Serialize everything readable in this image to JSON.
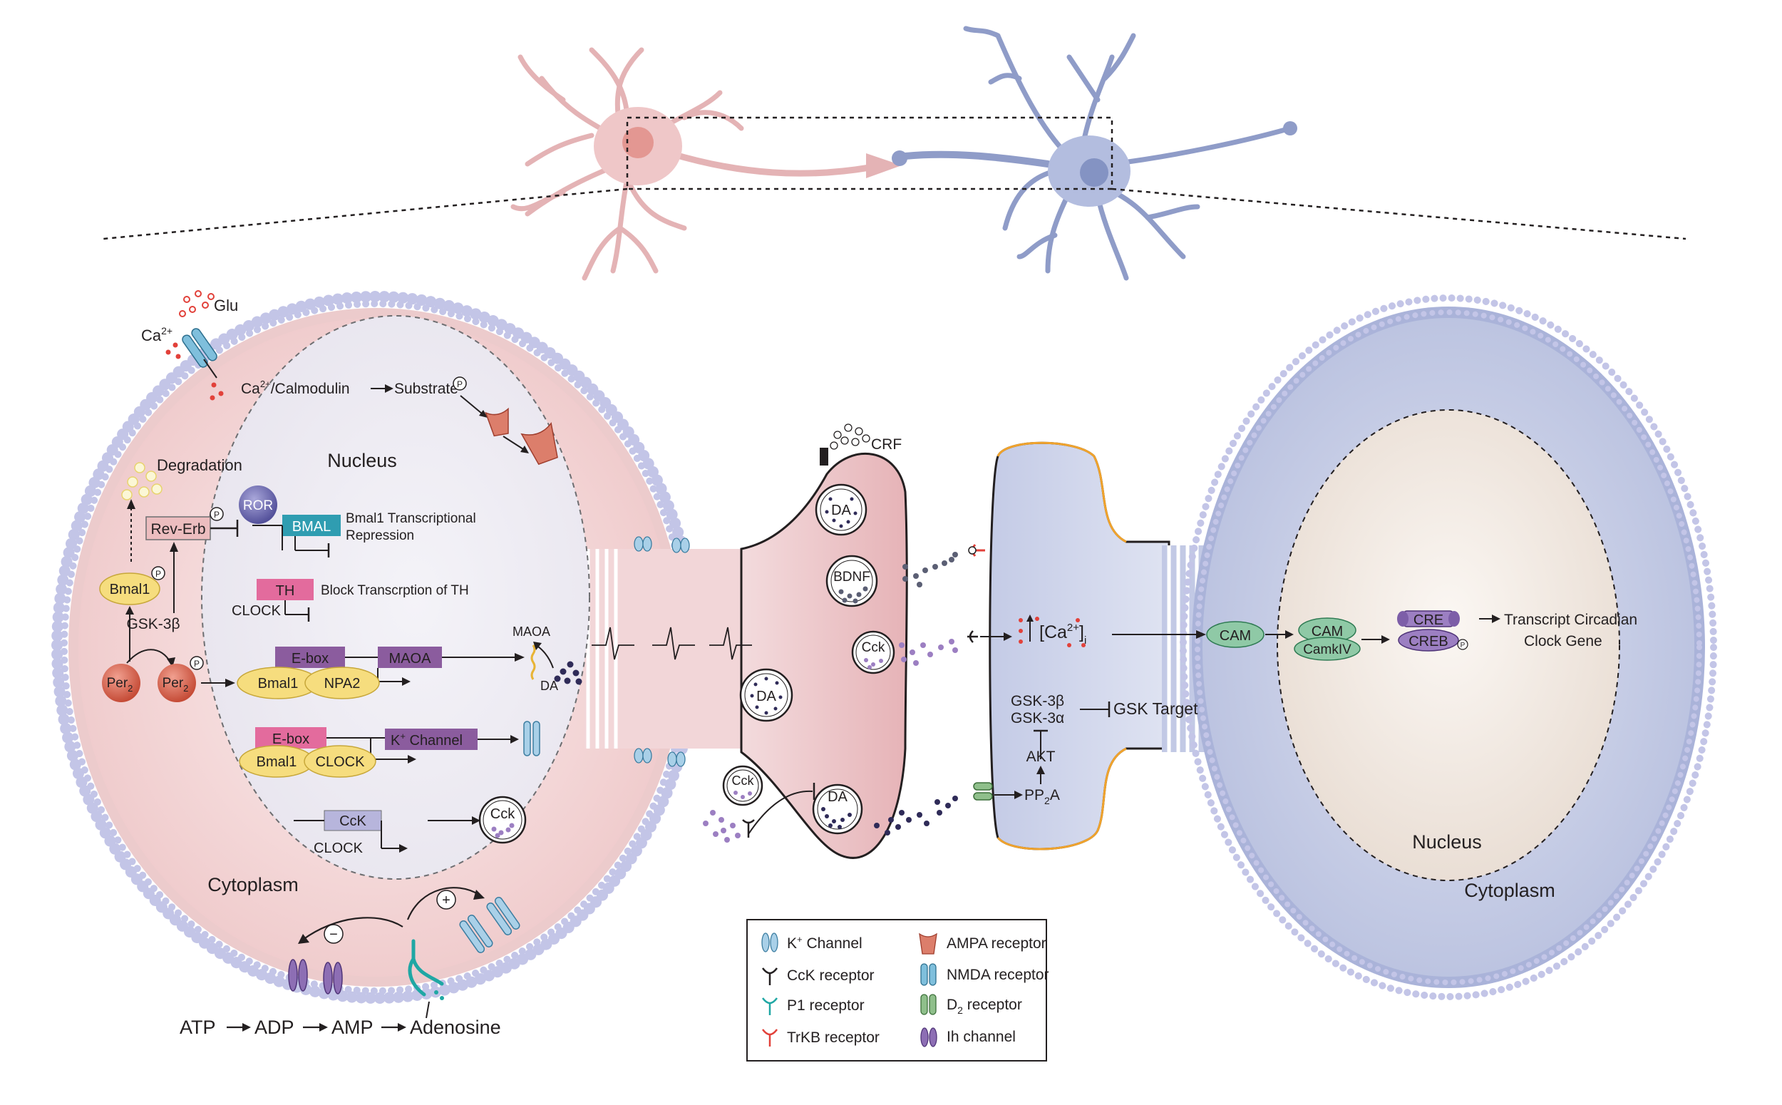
{
  "pre": {
    "glu": "Glu",
    "ca": "Ca",
    "ca_sup": "2+",
    "ca_calmodulin": "Ca",
    "ca_calmodulin_sup": "2+",
    "ca_calmodulin_rest": "/Calmodulin",
    "substrate": "Substrate",
    "p": "P",
    "nucleus": "Nucleus",
    "degradation": "Degradation",
    "rev_erb": "Rev-Erb",
    "ror": "ROR",
    "bmal": "BMAL",
    "bmal1_repr_1": "Bmal1 Transcriptional",
    "bmal1_repr_2": "Repression",
    "bmal1_left": "Bmal1",
    "th": "TH",
    "th_clock": "CLOCK",
    "block_th": "Block Transcrption of TH",
    "gsk3b": "GSK-3β",
    "per2_a": "Per",
    "per2_b": "Per",
    "per_sub": "2",
    "ebox1": "E-box",
    "maoa_box": "MAOA",
    "bmal1_npa": "Bmal1",
    "npa2": "NPA2",
    "maoa_out": "MAOA",
    "da_out": "DA",
    "ebox2": "E-box",
    "k_channel": "K",
    "k_channel_sup": "+",
    "k_channel_rest": " Channel",
    "bmal1_clock": "Bmal1",
    "clock2": "CLOCK",
    "cck_box": "CcK",
    "cck_clock": "CLOCK",
    "cck_vesicle": "Cck",
    "cytoplasm": "Cytoplasm",
    "minus": "−",
    "plus": "+",
    "atp_chain": [
      "ATP",
      "ADP",
      "AMP",
      "Adenosine"
    ]
  },
  "terminal": {
    "crf": "CRF",
    "da1": "DA",
    "bdnf": "BDNF",
    "cck1": "Cck",
    "da2": "DA",
    "cck2": "Cck",
    "da3": "DA"
  },
  "post": {
    "ca_i": "[Ca",
    "ca_i_sup": "2+",
    "ca_i_end": "]",
    "ca_i_sub": "i",
    "gsk3b": "GSK-3β",
    "gsk3a": "GSK-3α",
    "gsk_target": "GSK Target",
    "akt": "AKT",
    "pp2a": "PP",
    "pp2a_sub": "2",
    "pp2a_end": "A",
    "cam1": "CAM",
    "cam2": "CAM",
    "camkiv": "CamkIV",
    "cre": "CRE",
    "creb": "CREB",
    "transcript_1": "Transcript Circadian",
    "transcript_2": "Clock Gene",
    "nucleus": "Nucleus",
    "cytoplasm": "Cytoplasm"
  },
  "legend": {
    "left": [
      {
        "label": "K",
        "sup": "+",
        "rest": " Channel"
      },
      {
        "label": "CcK receptor"
      },
      {
        "label": "P1 receptor"
      },
      {
        "label": "TrKB receptor"
      }
    ],
    "right": [
      {
        "label": "AMPA receptor"
      },
      {
        "label": "NMDA receptor"
      },
      {
        "label": "D",
        "sub": "2",
        "rest": " receptor"
      },
      {
        "label": "Ih channel"
      }
    ]
  },
  "colors": {
    "pre_cell": "#f2d6d6",
    "pre_membrane": "#e7b7b9",
    "post_cell": "#c9cfe6",
    "post_membrane": "#9ea8d2",
    "gene_pink": "#e05a8f",
    "gene_purple": "#8b5c9e",
    "bmal_yellow": "#f5dd7a",
    "per_red": "#d2604c"
  }
}
